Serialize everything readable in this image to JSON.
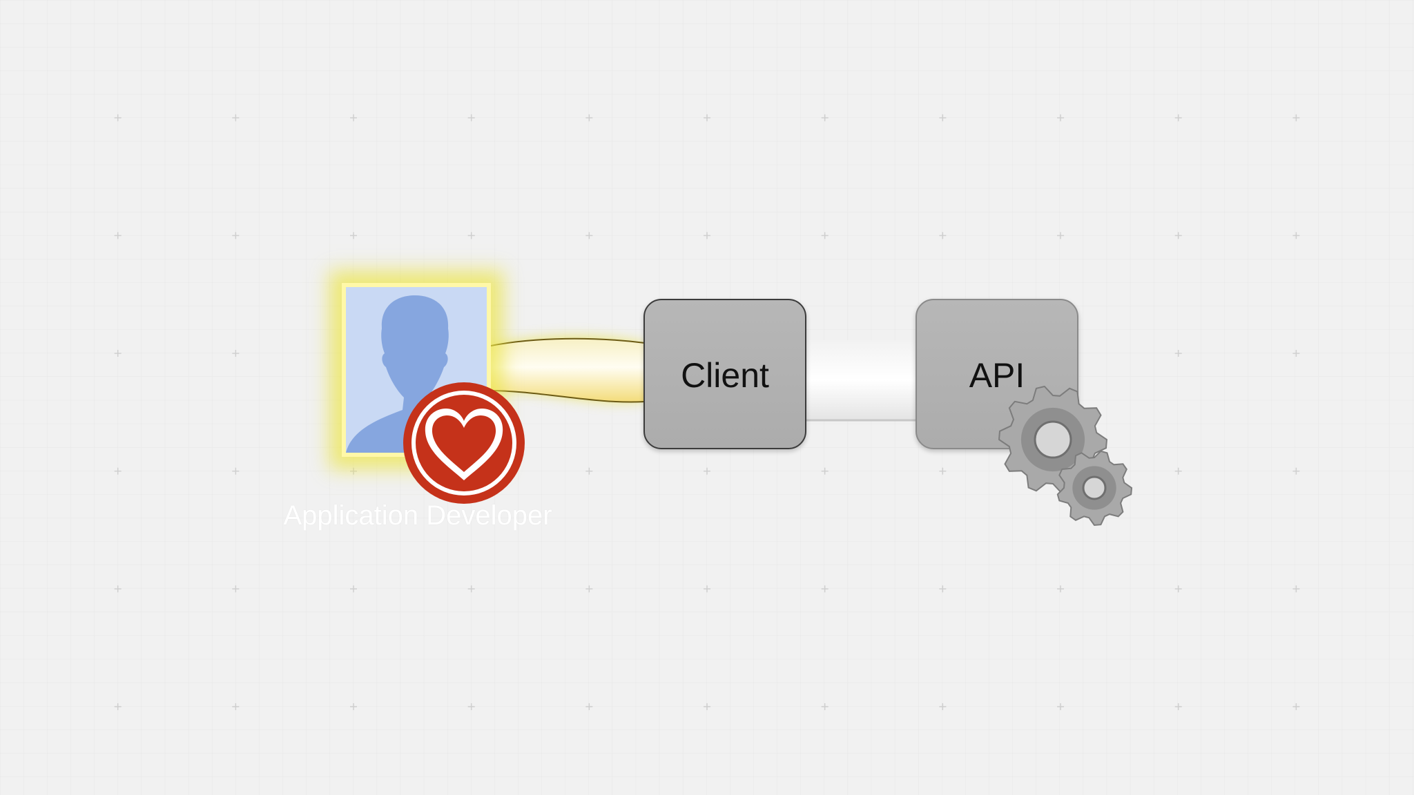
{
  "nodes": {
    "person": {
      "label": "Application Developer",
      "icon": "user-silhouette-icon",
      "badge_icon": "heart-icon"
    },
    "client": {
      "label": "Client"
    },
    "api": {
      "label": "API",
      "badge_icon": "gears-icon"
    }
  },
  "colors": {
    "background": "#f1f1f1",
    "grid_line": "#e2e2e2",
    "grid_marker": "#cfcfcf",
    "highlight_glow": "#ece446",
    "avatar_background": "#c9d9f4",
    "silhouette": "#86a6df",
    "heart_badge": "#c5321a",
    "node_fill": "#b2b2b2",
    "node_border": "#3b3b3b",
    "connector_fill": "#ffffff",
    "gear_fill": "#a9a9a9"
  }
}
